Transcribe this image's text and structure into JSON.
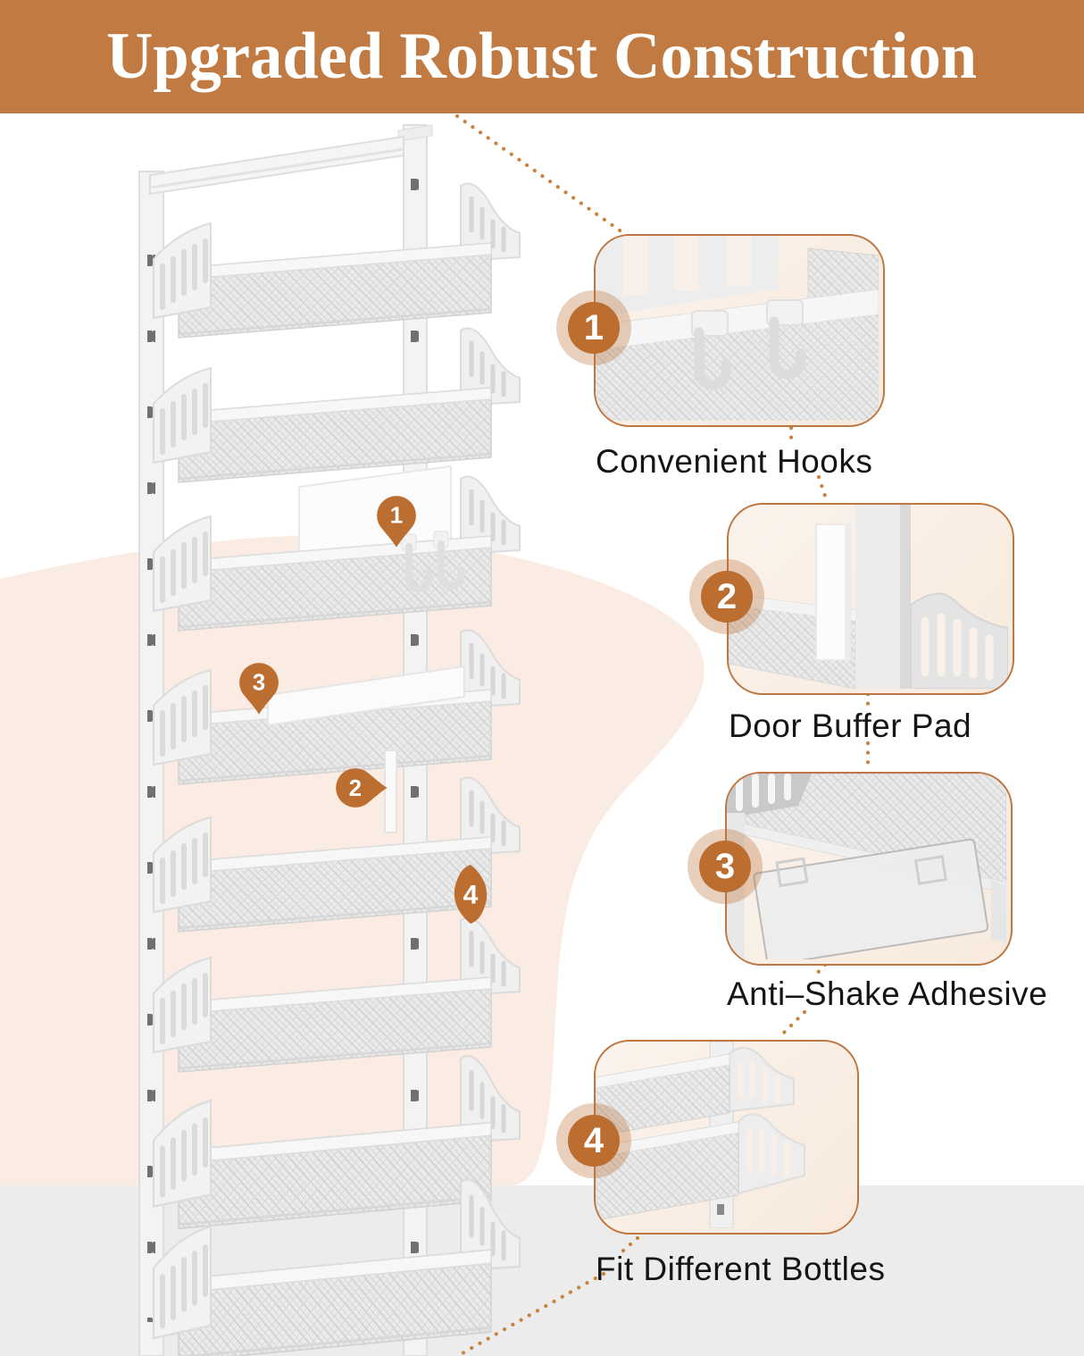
{
  "header": {
    "title": "Upgraded Robust Construction"
  },
  "colors": {
    "banner_bg": "#C07A42",
    "accent_orange": "#BC6E31",
    "callout_border": "#BD7742",
    "callout_bg": "#FAF0E7",
    "blob_peach": "#FAEBE3",
    "gray_band": "#ECECEC",
    "dotted_line": "#C9833F",
    "caption_text": "#151515",
    "product_metal": "#F2F2F2",
    "mesh_gray": "#E6E6E6"
  },
  "product": {
    "tier_count": 8,
    "badges": [
      {
        "number": "1",
        "shape": "pin-down-icon"
      },
      {
        "number": "2",
        "shape": "pin-right-icon"
      },
      {
        "number": "3",
        "shape": "pin-down-icon"
      },
      {
        "number": "4",
        "shape": "leaf-icon"
      }
    ]
  },
  "callouts": [
    {
      "number": "1",
      "label": "Convenient Hooks"
    },
    {
      "number": "2",
      "label": "Door Buffer Pad"
    },
    {
      "number": "3",
      "label": "Anti–Shake Adhesive"
    },
    {
      "number": "4",
      "label": "Fit Different Bottles"
    }
  ]
}
